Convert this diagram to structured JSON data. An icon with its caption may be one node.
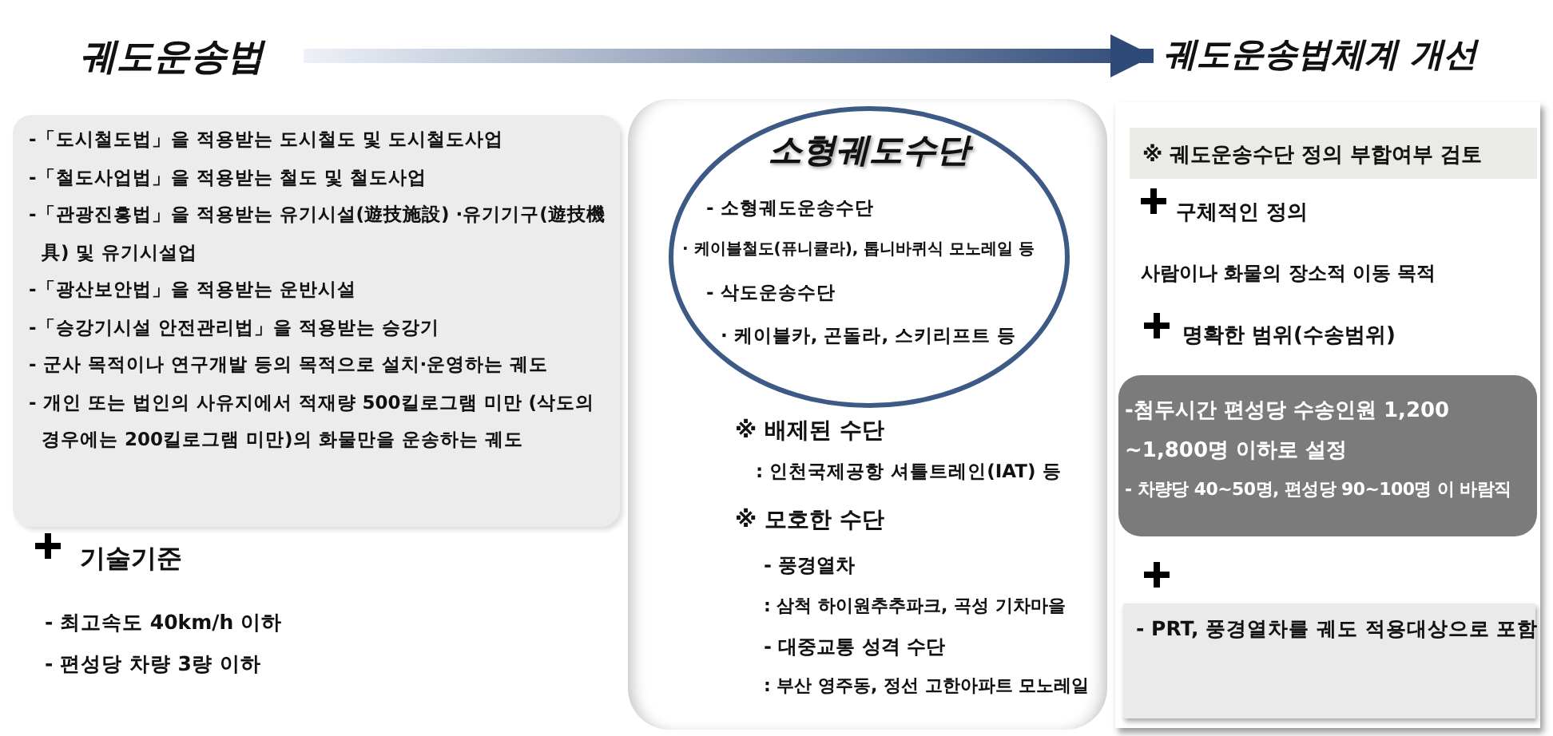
{
  "diagram": {
    "nodes": [
      {
        "text": [
          "궤도운송법"
        ]
      },
      {
        "text": [
          "궤도운송법체계 개선"
        ]
      },
      {
        "text": [
          "-「도시철도법」을 적용받는 도시철도 및 도시철도사업",
          "-「철도사업법」을 적용받는 철도 및 철도사업",
          "-「관광진흥법」을 적용받는 유기시설(遊技施設) ·유기기구(遊技機具) 및 유기시설업",
          "-「광산보안법」을 적용받는 운반시설",
          "-「승강기시설 안전관리법」을 적용받는 승강기",
          "- 군사 목적이나 연구개발 등의 목적으로 설치·운영하는 궤도",
          "- 개인 또는 법인의 사유지에서 적재량 500킬로그램 미만 (삭도의 경우에는 200킬로그램 미만)의 화물만을 운송하는 궤도"
        ]
      },
      {
        "text": [
          "기술기준",
          "- 최고속도 40km/h 이하",
          "- 편성당 차량 3량 이하"
        ]
      },
      {
        "text": [
          "※ 배제된 수단",
          ": 인천국제공항 셔틀트레인(IAT) 등",
          "※ 모호한 수단",
          "- 풍경열차",
          ": 삼척 하이원추추파크, 곡성 기차마을",
          "- 대중교통 성격 수단",
          ": 부산 영주동, 정선 고한아파트 모노레일"
        ]
      },
      {
        "text": [
          "소형궤도수단",
          "- 소형궤도운송수단",
          "· 케이블철도(퓨니큘라), 톱니바퀴식 모노레일 등",
          "- 삭도운송수단",
          "· 케이블카, 곤돌라, 스키리프트 등"
        ],
        "in": 4
      },
      {
        "text": [
          "**구체적인** 정의",
          "사람이나 화물의 장소적 이동 목적",
          "**명확한** 범위(수송범위)"
        ]
      },
      {
        "text": [
          "※ 궤도운송수단 정의 부합여부 검토"
        ],
        "in": 6
      },
      {
        "text": [
          "-첨두시간 편성당 수송인원 1,200 ~1,800명 이하로 설정",
          "- 차량당 40~50명, 편성당 90~100명 이 바람직"
        ],
        "in": 6
      },
      {
        "text": [
          "- PRT, 풍경열차를 궤도 적용대상으로 포함"
        ],
        "in": 6
      }
    ],
    "edges": [
      {
        "from": 0,
        "to": 1,
        "arrow": "to",
        "style": "thick"
      }
    ]
  }
}
